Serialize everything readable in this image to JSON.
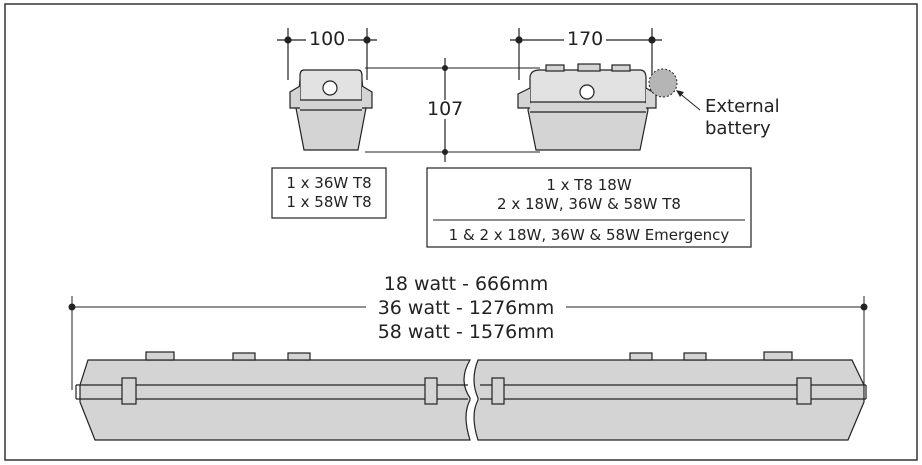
{
  "colors": {
    "frame": "#333333",
    "fixture_fill": "#d4d4d4",
    "fixture_light": "#e2e2e2",
    "battery_fill": "#b5b5b5",
    "line": "#222222"
  },
  "dimensions": {
    "width_small": "100",
    "width_large": "170",
    "height": "107"
  },
  "battery_label": {
    "line1": "External",
    "line2": "battery"
  },
  "box_small": {
    "line1": "1 x 36W T8",
    "line2": "1 x 58W T8"
  },
  "box_large": {
    "line1": "1 x T8 18W",
    "line2": "2 x 18W, 36W & 58W T8",
    "line3": "1 & 2 x 18W, 36W & 58W Emergency"
  },
  "lengths": {
    "line1": "18 watt - 666mm",
    "line2": "36 watt - 1276mm",
    "line3": "58 watt - 1576mm"
  }
}
